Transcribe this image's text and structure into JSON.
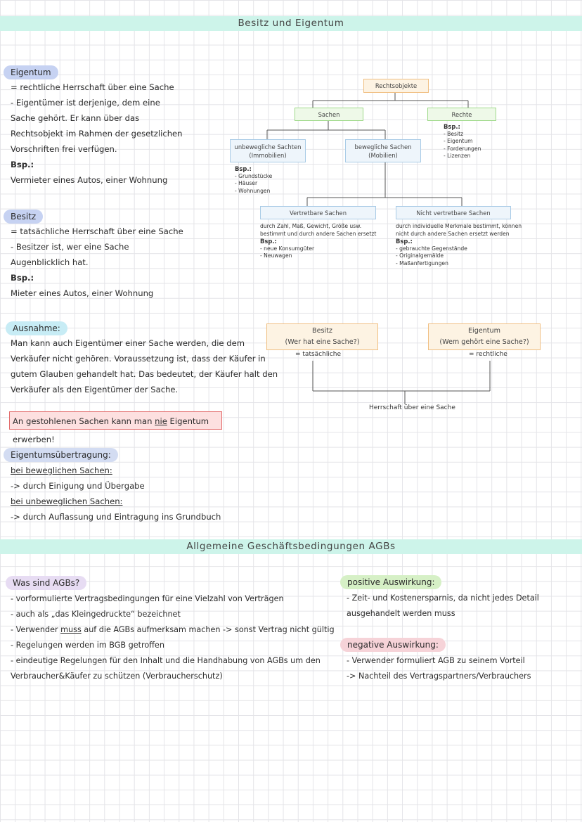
{
  "banners": {
    "top": "Besitz und Eigentum",
    "middle": "Allgemeine Geschäftsbedingungen AGBs"
  },
  "eigentum": {
    "heading": "Eigentum",
    "lines": [
      "= rechtliche Herrschaft über eine Sache",
      "- Eigentümer ist derjenige, dem eine",
      "Sache gehört. Er kann über das",
      "Rechtsobjekt im Rahmen der gesetzlichen",
      "Vorschriften frei verfügen."
    ],
    "bsp_label": "Bsp.:",
    "example": "Vermieter eines Autos, einer Wohnung"
  },
  "besitz": {
    "heading": "Besitz",
    "lines": [
      "= tatsächliche Herrschaft über eine Sache",
      "- Besitzer ist, wer eine Sache",
      "Augenblicklich hat."
    ],
    "bsp_label": "Bsp.:",
    "example": "Mieter eines Autos, einer Wohnung"
  },
  "ausnahme": {
    "heading": "Ausnahme:",
    "lines": [
      "Man kann auch Eigentümer einer Sache werden, die dem",
      "Verkäufer nicht gehören. Voraussetzung ist, dass der Käufer in",
      "gutem Glauben gehandelt hat. Das bedeutet, der Käufer halt den",
      "Verkäufer als den Eigentümer der Sache."
    ],
    "warning_before": "An gestohlenen Sachen kann man ",
    "warning_emph": "nie",
    "warning_after": " Eigentum erwerben!"
  },
  "uebertragung": {
    "heading": "Eigentumsübertragung:",
    "mobile_label": "bei beweglichen Sachen:",
    "mobile_text": "-> durch Einigung und Übergabe",
    "immobile_label": "bei unbeweglichen Sachen:",
    "immobile_text": "-> durch Auflassung und Eintragung ins Grundbuch"
  },
  "diagram": {
    "root": "Rechtsobjekte",
    "sachen": "Sachen",
    "rechte": "Rechte",
    "rechte_bsp_label": "Bsp.:",
    "rechte_bsp": [
      "- Besitz",
      "- Eigentum",
      "- Forderungen",
      "- Lizenzen"
    ],
    "unbeweglich_line1": "unbewegliche Sachten",
    "unbeweglich_line2": "(Immobilien)",
    "unbeweglich_bsp_label": "Bsp.:",
    "unbeweglich_bsp": [
      "- Grundstücke",
      "- Häuser",
      "- Wohnungen"
    ],
    "beweglich_line1": "bewegliche Sachen",
    "beweglich_line2": "(Mobilien)",
    "vertretbar": "Vertretbare Sachen",
    "vertretbar_desc": [
      "durch Zahl, Maß, Gewicht, Größe usw.",
      "bestimmt und durch andere Sachen ersetzt"
    ],
    "vertretbar_bsp_label": "Bsp.:",
    "vertretbar_bsp": [
      "- neue Konsumgüter",
      "- Neuwagen"
    ],
    "nicht_vertretbar": "Nicht vertretbare Sachen",
    "nicht_vertretbar_desc": [
      "durch individuelle Merkmale bestimmt, können",
      "nicht durch andere Sachen ersetzt werden"
    ],
    "nicht_vertretbar_bsp_label": "Bsp.:",
    "nicht_vertretbar_bsp": [
      "- gebrauchte Gegenstände",
      "- Originalgemälde",
      "- Maßanfertigungen"
    ]
  },
  "diagram2": {
    "besitz_title": "Besitz",
    "besitz_question": "(Wer hat eine Sache?)",
    "besitz_note": "= tatsächliche",
    "eigentum_title": "Eigentum",
    "eigentum_question": "(Wem gehört eine Sache?)",
    "eigentum_note": "= rechtliche",
    "bottom": "Herrschaft über eine Sache"
  },
  "agb": {
    "heading": "Was sind AGBs?",
    "line1": "- vorformulierte Vertragsbedingungen für eine Vielzahl von Verträgen",
    "line2": "- auch als „das Kleingedruckte“ bezeichnet",
    "line3_before": "- Verwender ",
    "line3_emph": "muss",
    "line3_after": " auf die AGBs aufmerksam machen -> sonst Vertrag nicht gültig",
    "line4": "- Regelungen werden im BGB getroffen",
    "line5": "- eindeutige Regelungen für den Inhalt und die Handhabung von AGBs um den",
    "line6": "Verbraucher&Käufer zu schützen (Verbraucherschutz)"
  },
  "positive": {
    "heading": "positive Auswirkung:",
    "lines": [
      "- Zeit- und Kostenersparnis, da nicht jedes Detail",
      "ausgehandelt werden muss"
    ]
  },
  "negative": {
    "heading": "negative Auswirkung:",
    "lines": [
      "- Verwender formuliert AGB zu seinem Vorteil",
      "-> Nachteil des Vertragspartners/Verbrauchers"
    ]
  },
  "colors": {
    "banner": "#cdf4ea",
    "pill_blue": "#c6d2f2",
    "pill_cyan": "#c7ecf5",
    "pill_purple": "#e7dcf3",
    "pill_green": "#d6f0c6",
    "pill_pink": "#f6d3d8",
    "warning_border": "#e36c6c",
    "warning_fill": "#fde0e0"
  }
}
